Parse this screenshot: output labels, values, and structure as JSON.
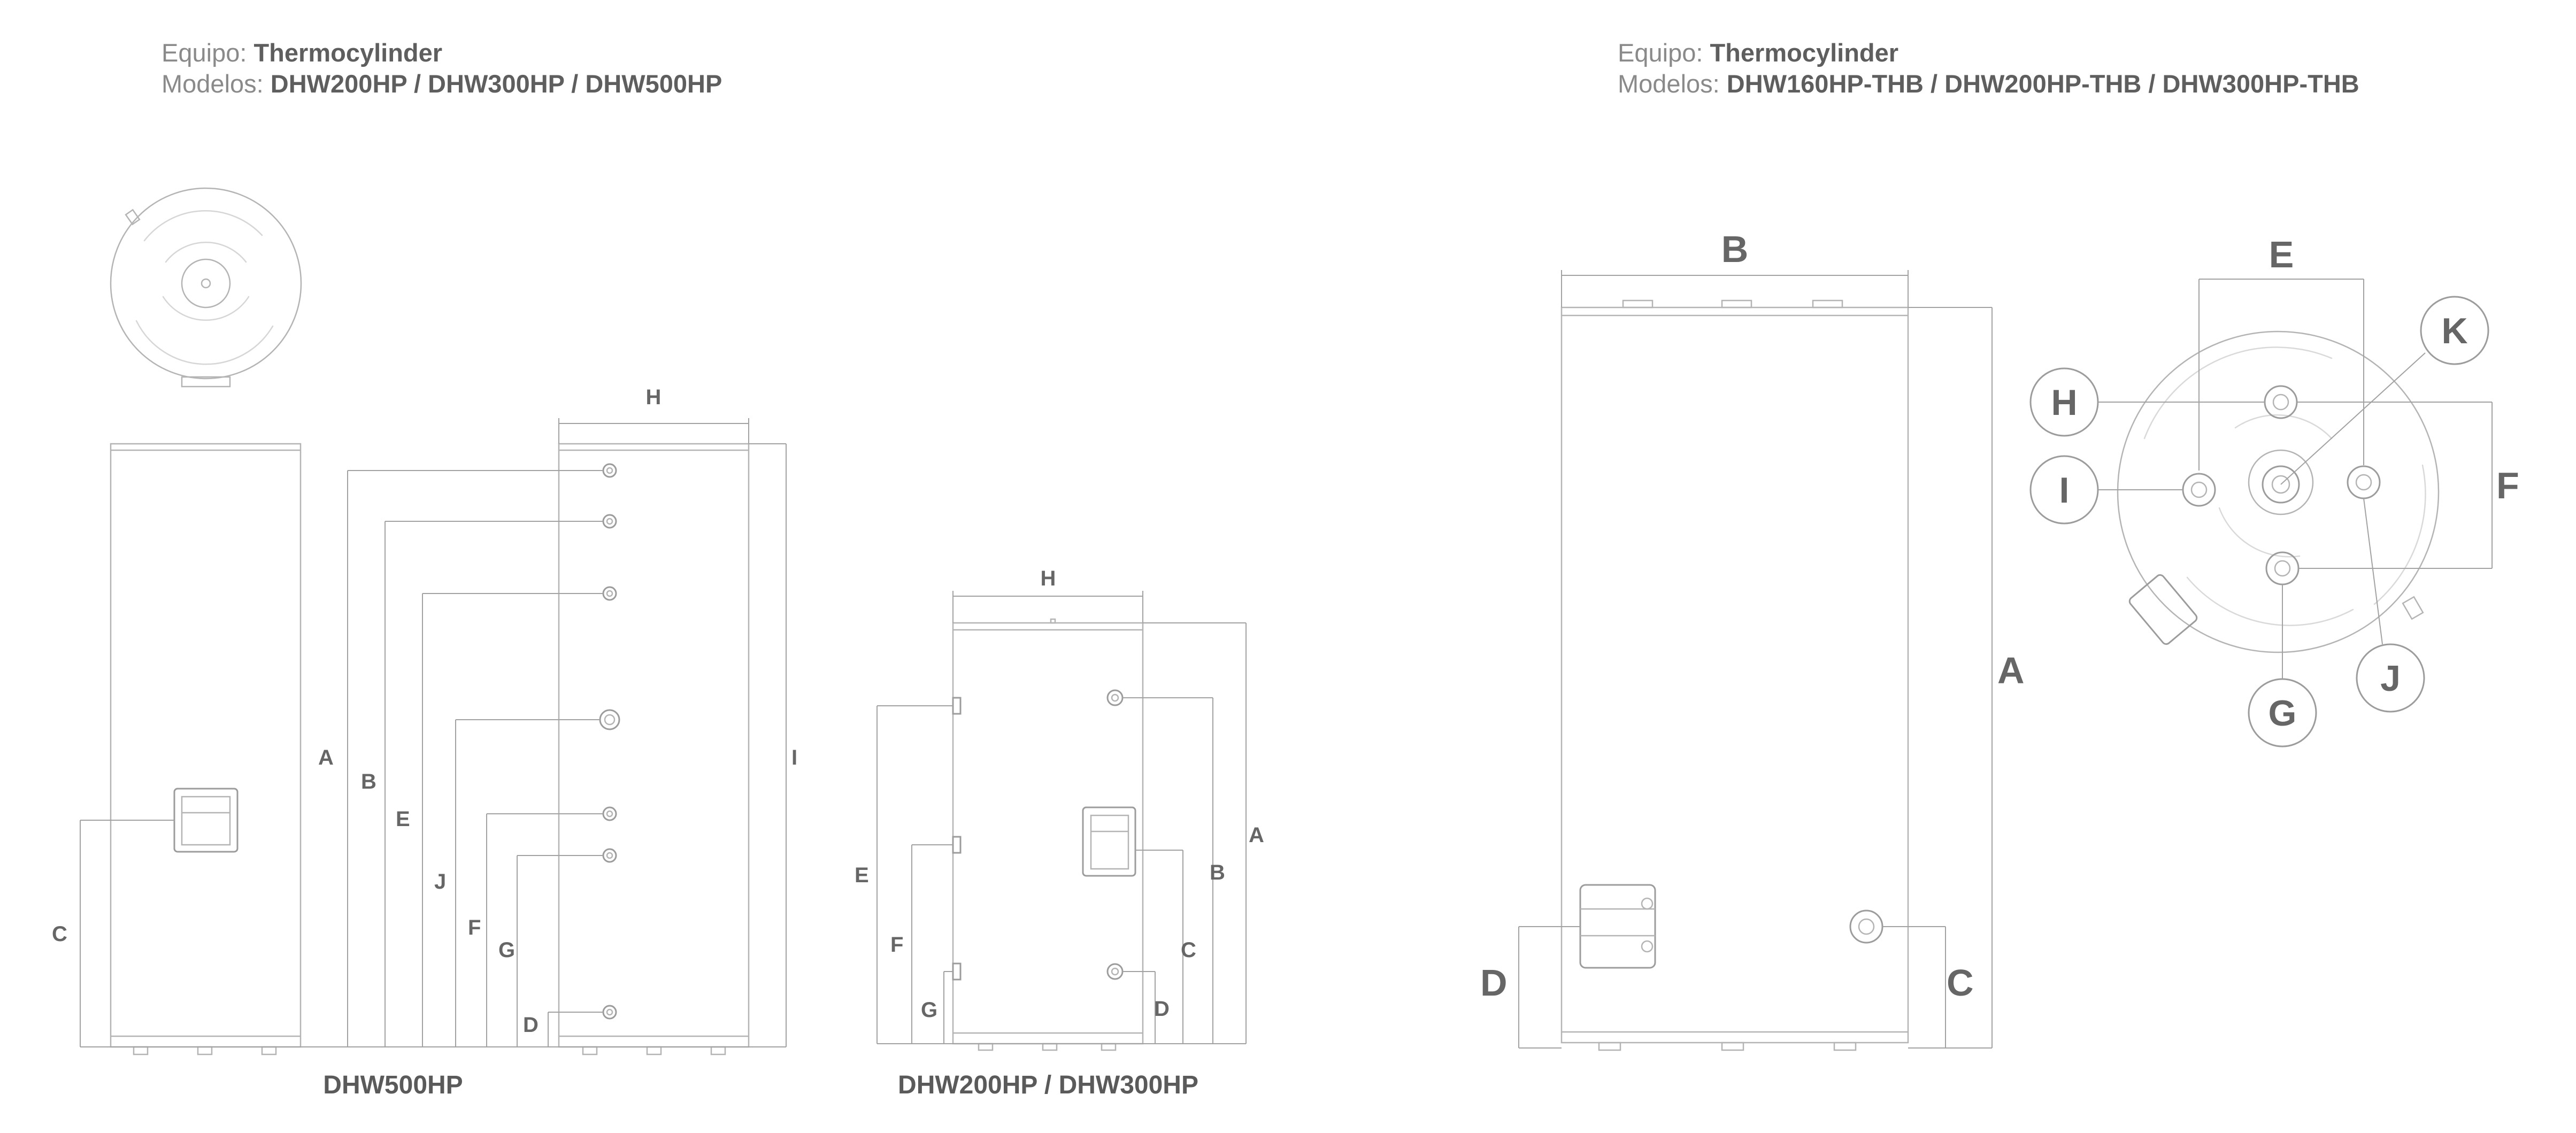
{
  "left_header": {
    "equipo_label": "Equipo:",
    "equipo_value": "Thermocylinder",
    "modelos_label": "Modelos:",
    "modelos_value": "DHW200HP / DHW300HP / DHW500HP"
  },
  "right_header": {
    "equipo_label": "Equipo:",
    "equipo_value": "Thermocylinder",
    "modelos_label": "Modelos:",
    "modelos_value": "DHW160HP-THB / DHW200HP-THB / DHW300HP-THB"
  },
  "drawing_500": {
    "caption": "DHW500HP",
    "labels": {
      "A": "A",
      "B": "B",
      "C": "C",
      "D": "D",
      "E": "E",
      "F": "F",
      "G": "G",
      "H": "H",
      "I": "I",
      "J": "J"
    }
  },
  "drawing_200_300": {
    "caption": "DHW200HP / DHW300HP",
    "labels": {
      "A": "A",
      "B": "B",
      "C": "C",
      "D": "D",
      "E": "E",
      "F": "F",
      "G": "G",
      "H": "H"
    }
  },
  "drawing_thb_side": {
    "labels": {
      "A": "A",
      "B": "B",
      "C": "C",
      "D": "D"
    }
  },
  "drawing_thb_top": {
    "labels": {
      "E": "E",
      "F": "F",
      "G": "G",
      "H": "H",
      "I": "I",
      "J": "J",
      "K": "K"
    }
  },
  "colors": {
    "line": "#b4b4b4",
    "label": "#666666",
    "header_value": "#5e5e5e"
  }
}
